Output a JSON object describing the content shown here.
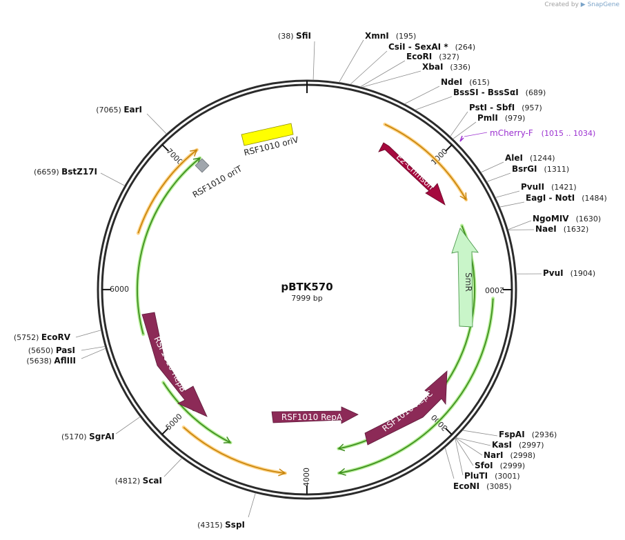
{
  "credit": {
    "prefix": "Created by",
    "brand": "SnapGene"
  },
  "plasmid": {
    "name": "pBTK570",
    "length_label": "7999 bp",
    "total_bp": 7999
  },
  "ticks": [
    {
      "bp": 1000,
      "label": "1000"
    },
    {
      "bp": 2000,
      "label": "2000"
    },
    {
      "bp": 3000,
      "label": "3000"
    },
    {
      "bp": 4000,
      "label": "4000"
    },
    {
      "bp": 5000,
      "label": "5000"
    },
    {
      "bp": 6000,
      "label": "6000"
    },
    {
      "bp": 7000,
      "label": "7000"
    }
  ],
  "sites": [
    {
      "name": "SfiI",
      "pos_label": "(38)",
      "bp": 38
    },
    {
      "name": "XmnI",
      "pos_label": "(195)",
      "bp": 195
    },
    {
      "name": "CsiI  - SexAI *",
      "pos_label": "(264)",
      "bp": 264
    },
    {
      "name": "EcoRI",
      "pos_label": "(327)",
      "bp": 327
    },
    {
      "name": "XbaI",
      "pos_label": "(336)",
      "bp": 336
    },
    {
      "name": "NdeI",
      "pos_label": "(615)",
      "bp": 615
    },
    {
      "name": "BssSI  - BssSαI",
      "pos_label": "(689)",
      "bp": 689
    },
    {
      "name": "PstI  - SbfI",
      "pos_label": "(957)",
      "bp": 957
    },
    {
      "name": "PmlI",
      "pos_label": "(979)",
      "bp": 979
    },
    {
      "name": "AleI",
      "pos_label": "(1244)",
      "bp": 1244
    },
    {
      "name": "BsrGI",
      "pos_label": "(1311)",
      "bp": 1311
    },
    {
      "name": "PvuII",
      "pos_label": "(1421)",
      "bp": 1421
    },
    {
      "name": "EagI  - NotI",
      "pos_label": "(1484)",
      "bp": 1484
    },
    {
      "name": "NgoMIV",
      "pos_label": "(1630)",
      "bp": 1630
    },
    {
      "name": "NaeI",
      "pos_label": "(1632)",
      "bp": 1632
    },
    {
      "name": "PvuI",
      "pos_label": "(1904)",
      "bp": 1904
    },
    {
      "name": "FspAI",
      "pos_label": "(2936)",
      "bp": 2936
    },
    {
      "name": "KasI",
      "pos_label": "(2997)",
      "bp": 2997
    },
    {
      "name": "NarI",
      "pos_label": "(2998)",
      "bp": 2998
    },
    {
      "name": "SfoI",
      "pos_label": "(2999)",
      "bp": 2999
    },
    {
      "name": "PluTI",
      "pos_label": "(3001)",
      "bp": 3001
    },
    {
      "name": "EcoNI",
      "pos_label": "(3085)",
      "bp": 3085
    },
    {
      "name": "SspI",
      "pos_label": "(4315)",
      "bp": 4315
    },
    {
      "name": "ScaI",
      "pos_label": "(4812)",
      "bp": 4812
    },
    {
      "name": "SgrAI",
      "pos_label": "(5170)",
      "bp": 5170
    },
    {
      "name": "AflIII",
      "pos_label": "(5638)",
      "bp": 5638
    },
    {
      "name": "PasI",
      "pos_label": "(5650)",
      "bp": 5650
    },
    {
      "name": "EcoRV",
      "pos_label": "(5752)",
      "bp": 5752
    },
    {
      "name": "BstZ17I",
      "pos_label": "(6659)",
      "bp": 6659
    },
    {
      "name": "EarI",
      "pos_label": "(7065)",
      "bp": 7065
    }
  ],
  "primer": {
    "name": "mCherry-F",
    "range_label": "(1015 .. 1034)",
    "start": 1015,
    "end": 1034,
    "color": "#9b30d0"
  },
  "features": [
    {
      "name": "E2-Crimson",
      "color": "#a50a3e",
      "text_color": "#ffffff"
    },
    {
      "name": "SmR",
      "color": "#c9f5c9",
      "text_color": "#333333"
    },
    {
      "name": "RSF1010 RepC",
      "color": "#8c2a57",
      "text_color": "#ffffff"
    },
    {
      "name": "RSF1010 RepA",
      "color": "#8c2a57",
      "text_color": "#ffffff"
    },
    {
      "name": "RSF1010 RepB",
      "color": "#8c2a57",
      "text_color": "#ffffff"
    },
    {
      "name": "RSF1010 oriV",
      "color": "#ffff00",
      "text_color": "#222222"
    },
    {
      "name": "RSF1010 oriT",
      "color": "#a0a6ad",
      "text_color": "#222222"
    }
  ],
  "colors": {
    "orf_green": "#3f8f1f",
    "orf_green_glow": "#b8ef9a",
    "orf_orange": "#c8860e",
    "orf_orange_glow": "#ffd58a",
    "primer": "#9b30d0"
  }
}
